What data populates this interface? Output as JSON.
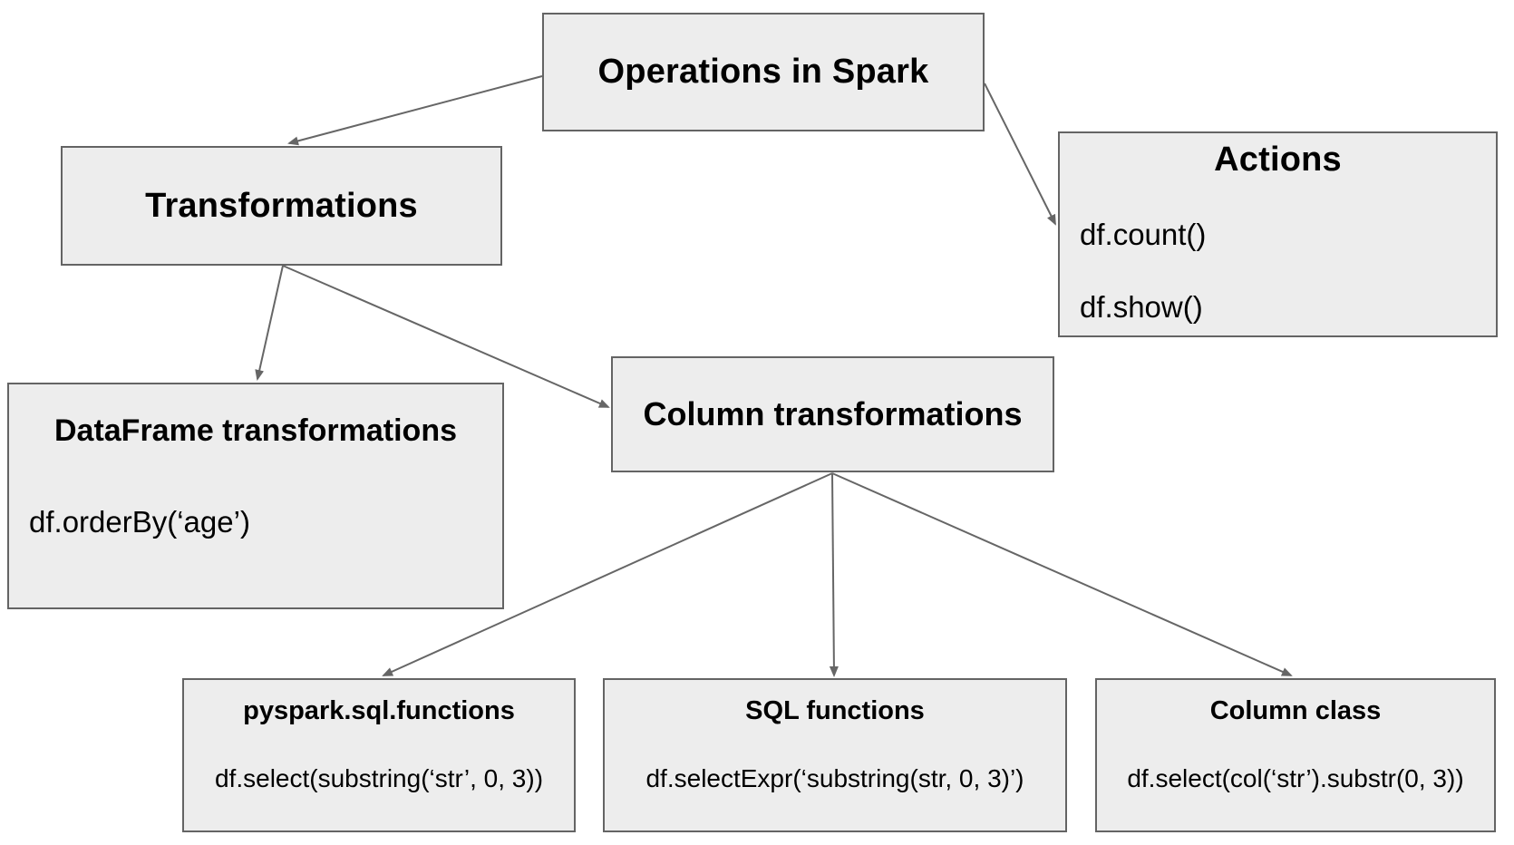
{
  "diagram": {
    "background_color": "#ffffff",
    "colors": {
      "node_fill": "#ededed",
      "node_border": "#646464",
      "arrow": "#666666",
      "text": "#000000"
    },
    "nodes": {
      "operations": {
        "title": "Operations in Spark"
      },
      "transformations": {
        "title": "Transformations"
      },
      "actions": {
        "title": "Actions",
        "lines": [
          "df.count()",
          "df.show()"
        ]
      },
      "dataframe_transformations": {
        "title": "DataFrame transformations",
        "lines": [
          "df.orderBy(‘age’)"
        ]
      },
      "column_transformations": {
        "title": "Column transformations"
      },
      "pyspark_sql_functions": {
        "title": "pyspark.sql.functions",
        "lines": [
          "df.select(substring(‘str’, 0, 3))"
        ]
      },
      "sql_functions": {
        "title": "SQL functions",
        "lines": [
          "df.selectExpr(‘substring(str, 0, 3)’)"
        ]
      },
      "column_class": {
        "title": "Column class",
        "lines": [
          "df.select(col(‘str’).substr(0, 3))"
        ]
      }
    },
    "edges": [
      {
        "from": "operations",
        "to": "transformations"
      },
      {
        "from": "operations",
        "to": "actions"
      },
      {
        "from": "transformations",
        "to": "dataframe_transformations"
      },
      {
        "from": "transformations",
        "to": "column_transformations"
      },
      {
        "from": "column_transformations",
        "to": "pyspark_sql_functions"
      },
      {
        "from": "column_transformations",
        "to": "sql_functions"
      },
      {
        "from": "column_transformations",
        "to": "column_class"
      }
    ]
  }
}
